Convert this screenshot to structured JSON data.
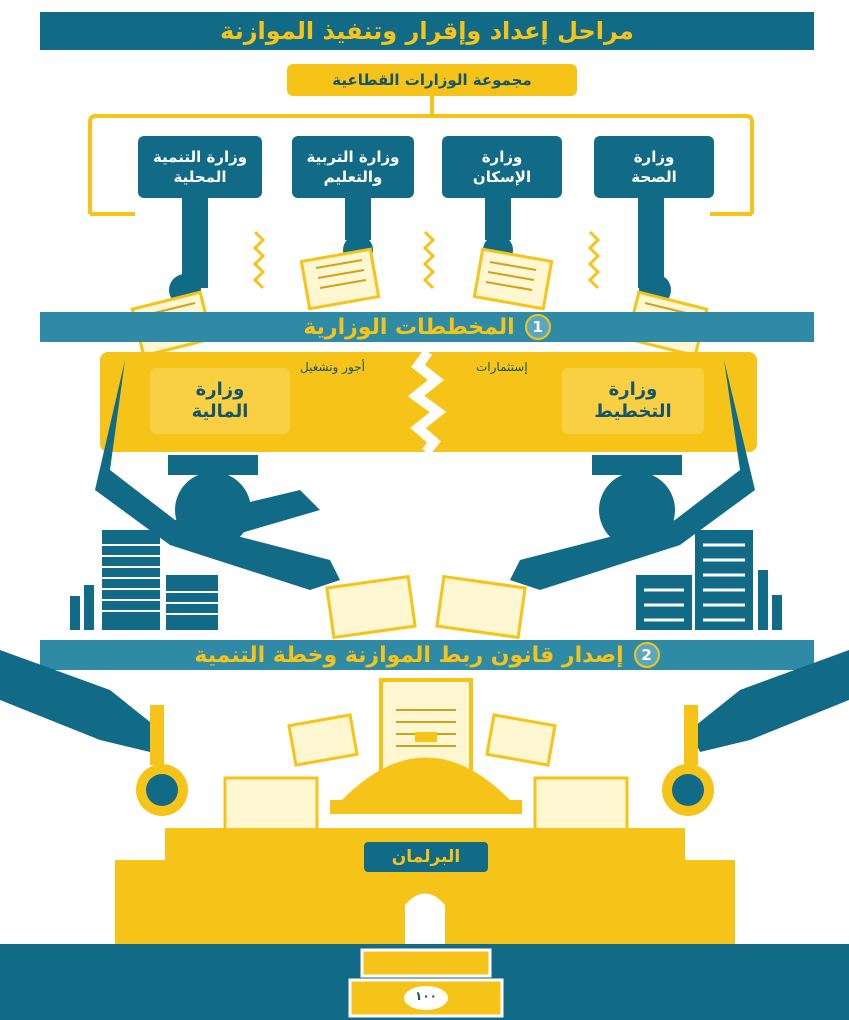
{
  "title": "مراحل إعداد وإقرار وتنفيذ الموازنة",
  "sectoral_group": "مجموعة الوزارات القطاعية",
  "ministries": [
    {
      "label": "وزارة\nالصحة"
    },
    {
      "label": "وزارة\nالإسكان"
    },
    {
      "label": "وزارة التربية\nوالتعليم"
    },
    {
      "label": "وزارة التنمية\nالمحلية"
    }
  ],
  "stage1": {
    "number": "1",
    "label": "المخططات الوزارية"
  },
  "planning_ministry": "وزارة\nالتخطيط",
  "finance_ministry": "وزارة\nالمالية",
  "investments_label": "إستثمارات",
  "wages_label": "أجور وتشغيل",
  "stage2": {
    "number": "2",
    "label": "إصدار قانون ربط الموازنة وخطة التنمية"
  },
  "parliament": "البرلمان",
  "money_note": "١٠٠",
  "colors": {
    "teal": "#126b86",
    "yellow": "#f6c418",
    "light_teal": "#2f8aa6"
  }
}
